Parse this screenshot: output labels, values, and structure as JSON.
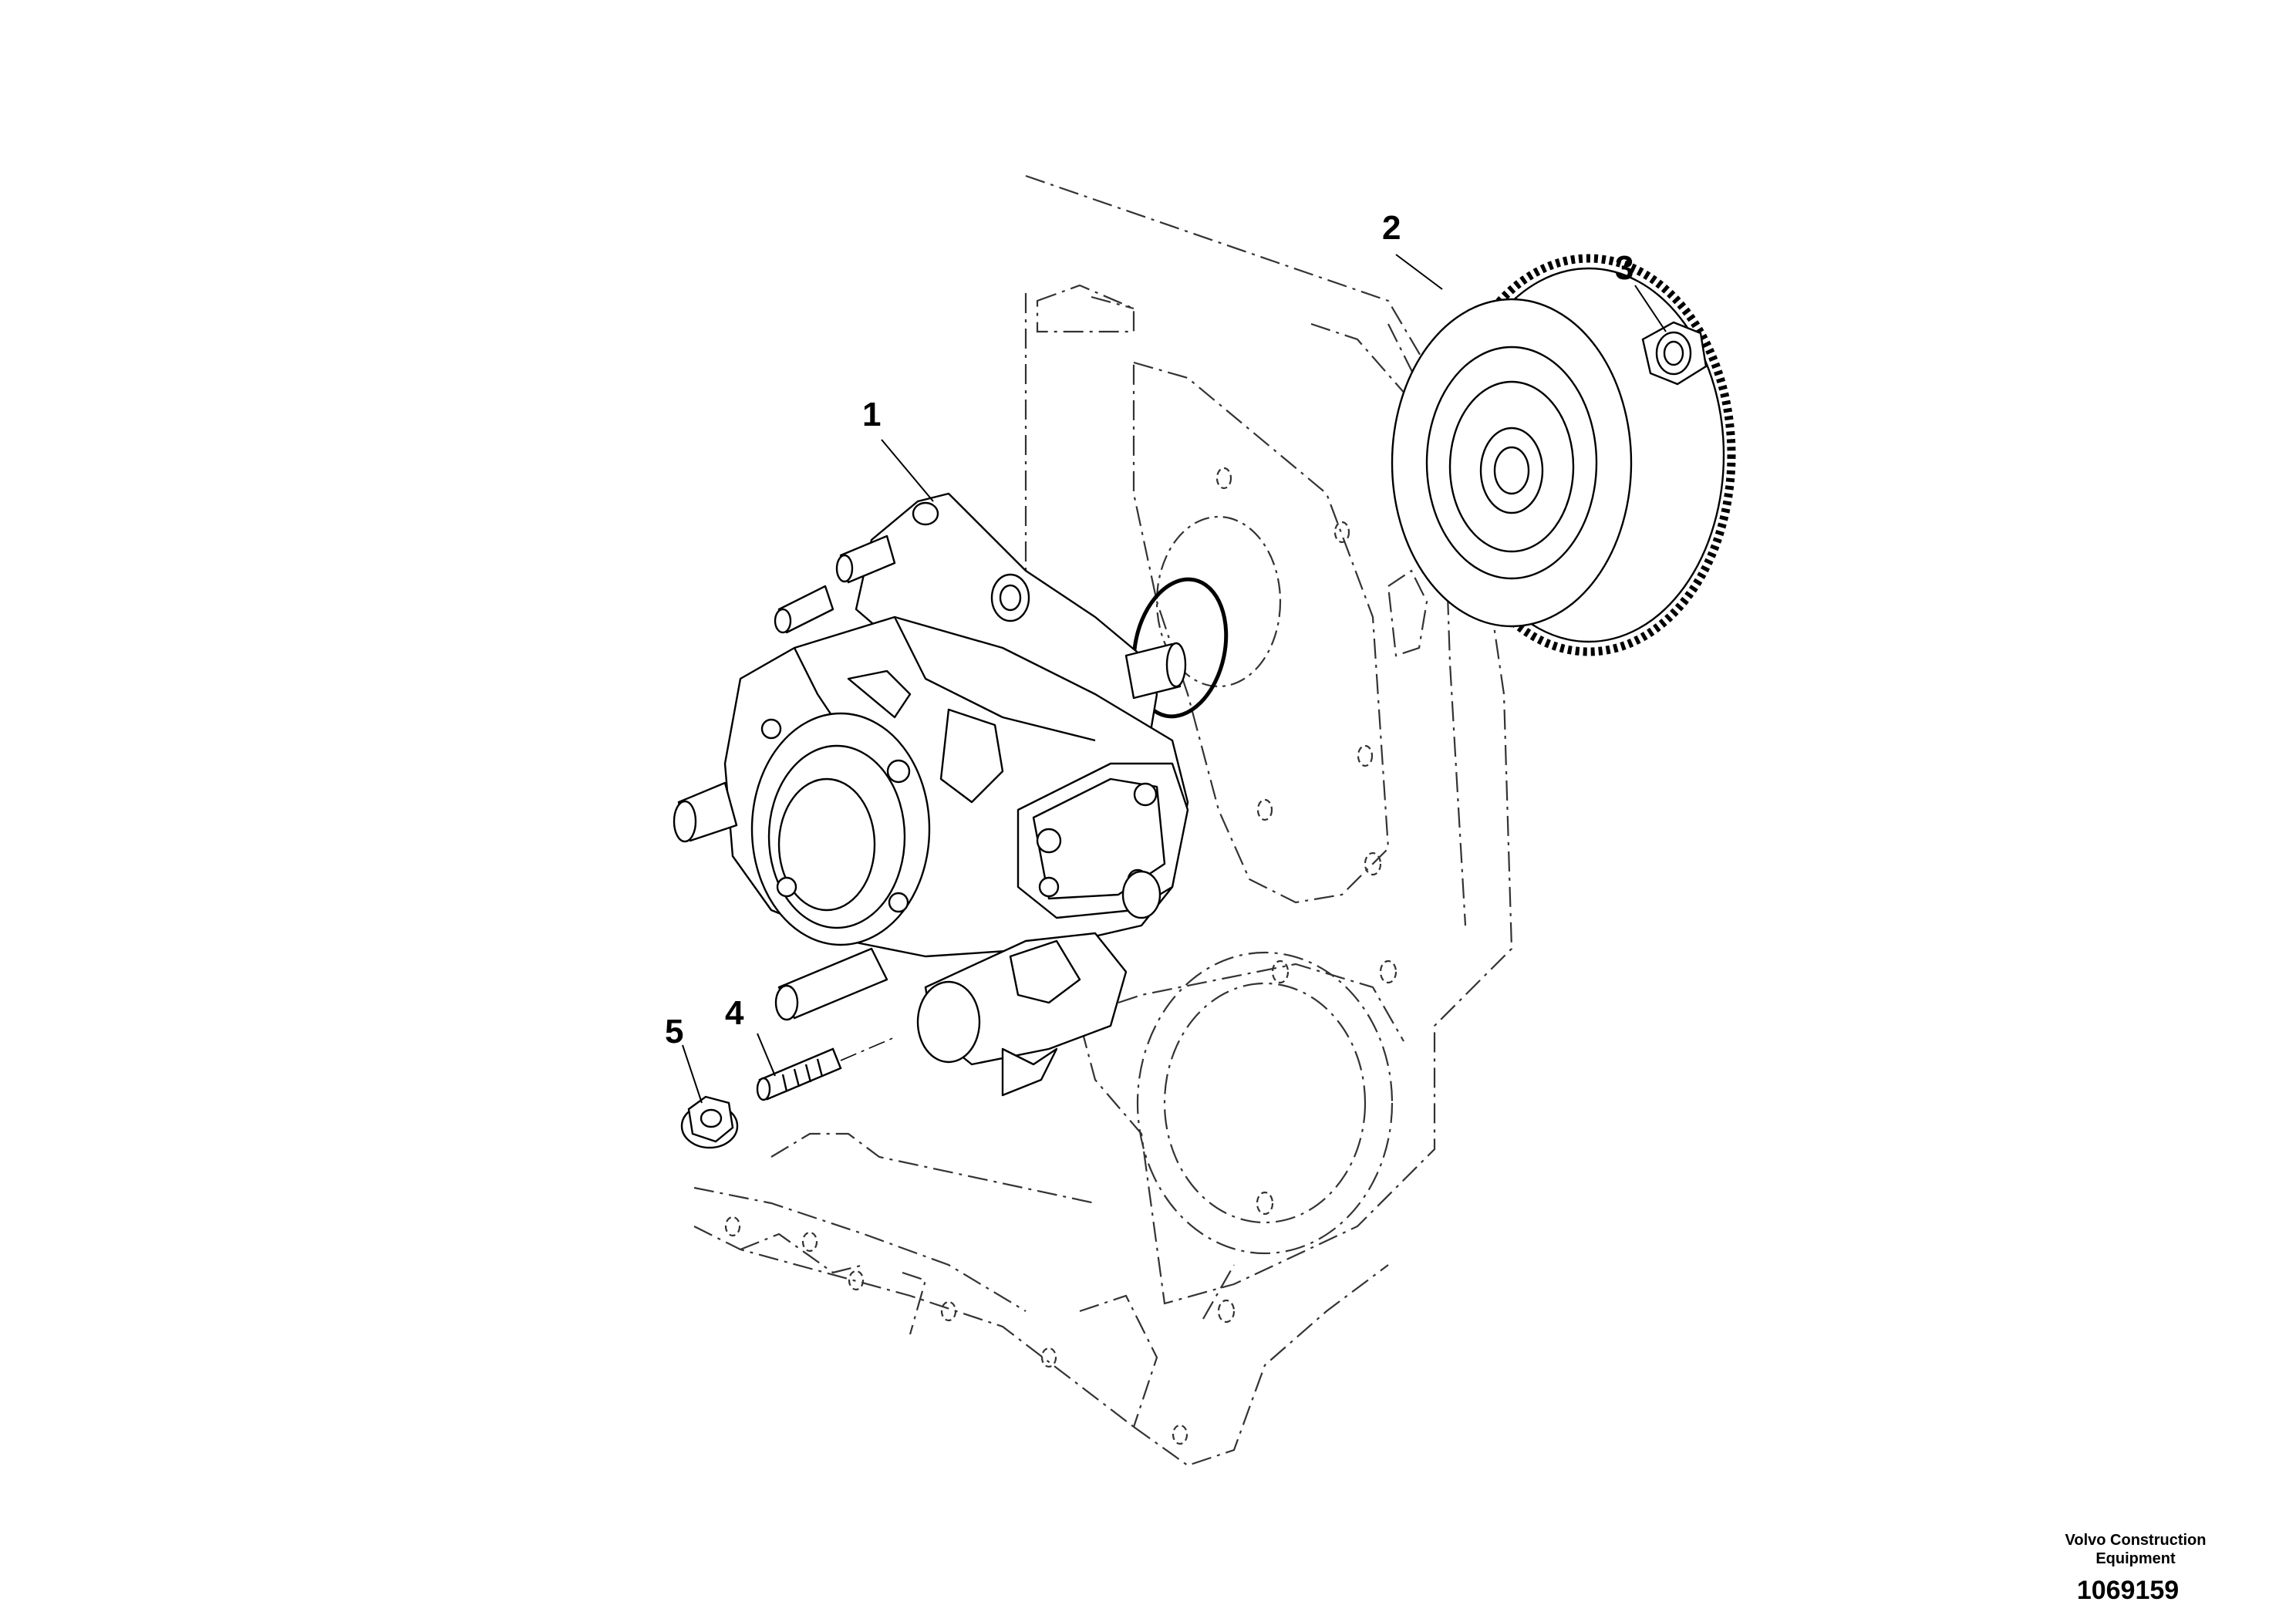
{
  "callouts": [
    {
      "id": "1",
      "label": "1"
    },
    {
      "id": "2",
      "label": "2"
    },
    {
      "id": "3",
      "label": "3"
    },
    {
      "id": "4",
      "label": "4"
    },
    {
      "id": "5",
      "label": "5"
    }
  ],
  "footer": {
    "brand_line1": "Volvo Construction",
    "brand_line2": "Equipment",
    "document_number": "1069159"
  }
}
